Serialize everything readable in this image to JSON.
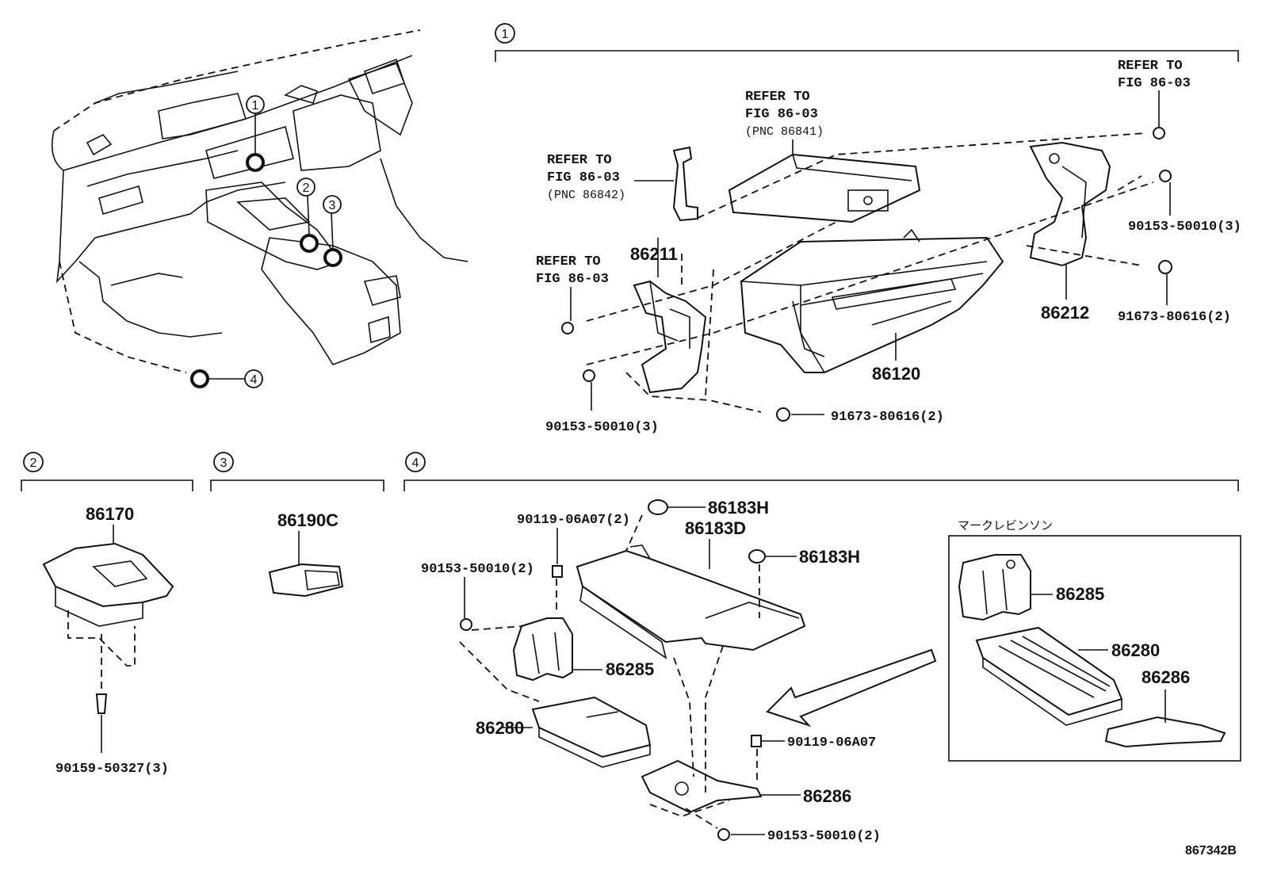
{
  "sections": {
    "s1": "1",
    "s2": "2",
    "s3": "3",
    "s4": "4"
  },
  "overview": {
    "markers": [
      "1",
      "2",
      "3",
      "4"
    ]
  },
  "section1": {
    "refer_top_right": [
      "REFER TO",
      "FIG 86-03"
    ],
    "refer_center": [
      "REFER TO",
      "FIG 86-03",
      "(PNC 86841)"
    ],
    "refer_left_upper": [
      "REFER TO",
      "FIG 86-03",
      "(PNC 86842)"
    ],
    "refer_left_lower": [
      "REFER TO",
      "FIG 86-03"
    ],
    "parts": {
      "p86211": "86211",
      "p86212": "86212",
      "p86120": "86120",
      "bolt_right": "90153-50010(3)",
      "clip_right": "91673-80616(2)",
      "bolt_left": "90153-50010(3)",
      "clip_bottom": "91673-80616(2)"
    }
  },
  "section2": {
    "p86170": "86170",
    "screw": "90159-50327(3)"
  },
  "section3": {
    "p86190c": "86190C"
  },
  "section4": {
    "p86183h_a": "86183H",
    "p86183d": "86183D",
    "p86183h_b": "86183H",
    "bolt_a": "90119-06A07(2)",
    "bolt_b": "90153-50010(2)",
    "p86285": "86285",
    "p86280": "86280",
    "bolt_c": "90119-06A07",
    "p86286": "86286",
    "bolt_d": "90153-50010(2)",
    "inset_title": "マークレビンソン",
    "inset_86285": "86285",
    "inset_86280": "86280",
    "inset_86286": "86286"
  },
  "figure_code": "867342B"
}
